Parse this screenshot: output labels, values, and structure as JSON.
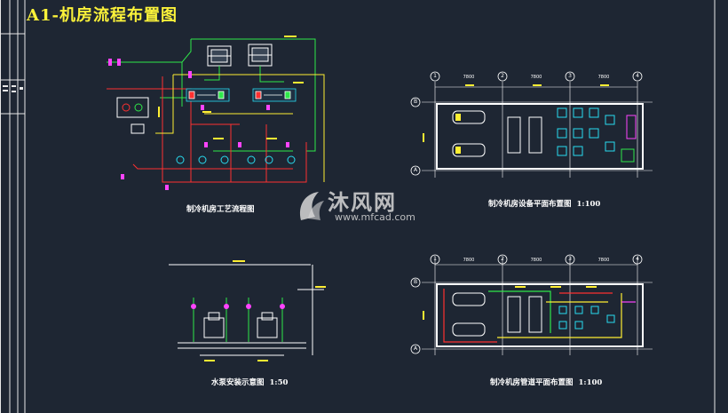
{
  "sheet_title": "A1-机房流程布置图",
  "drawings": [
    {
      "caption": "制冷机房工艺流程图",
      "scale": ""
    },
    {
      "caption": "制冷机房设备平面布置图",
      "scale": "1:100"
    },
    {
      "caption": "水泵安装示意图",
      "scale": "1:50"
    },
    {
      "caption": "制冷机房管道平面布置图",
      "scale": "1:100"
    }
  ],
  "grid_axes": {
    "columns": [
      "1",
      "2",
      "3",
      "4"
    ],
    "rows": [
      "B",
      "A"
    ],
    "bay_dims": [
      "7800",
      "7800",
      "7800"
    ]
  },
  "watermark": {
    "brand": "沐风网",
    "url": "www.mfcad.com"
  },
  "colors": {
    "background": "#1e2633",
    "title": "#fbf23a",
    "pipe_red": "#ff3030",
    "pipe_green": "#2fe84a",
    "pipe_yellow": "#ffee33",
    "equipment_cyan": "#28dcf0",
    "valve_magenta": "#ff44ff",
    "outline_white": "#ffffff"
  }
}
